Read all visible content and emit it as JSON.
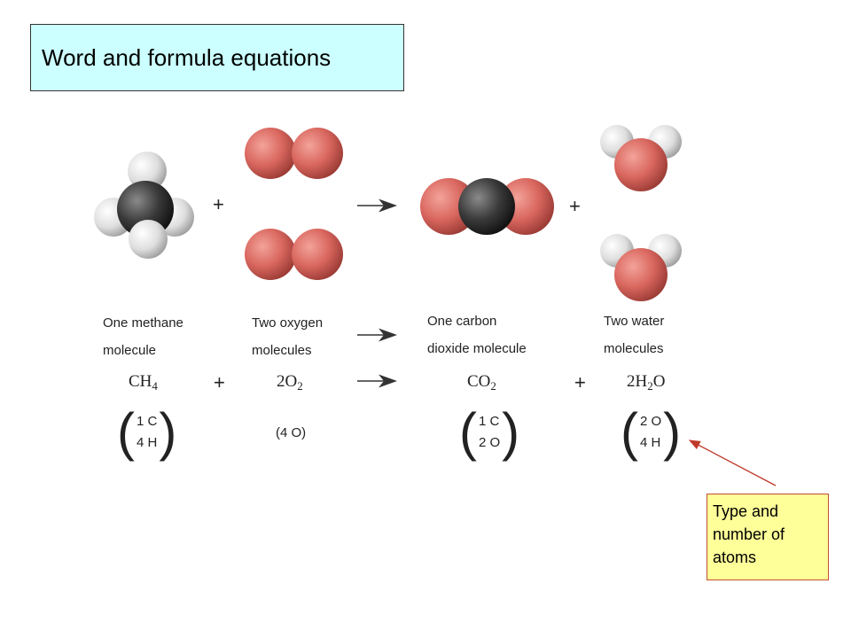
{
  "title": "Word and formula equations",
  "operators": {
    "plus": "+",
    "arrow": "→"
  },
  "reactants": [
    {
      "word_line1": "One methane",
      "word_line2": "molecule",
      "formula_main": "CH",
      "formula_sub": "4",
      "formula_tail": "",
      "coef": "",
      "counts": [
        "1 C",
        "4 H"
      ]
    },
    {
      "word_line1": "Two oxygen",
      "word_line2": "molecules",
      "coef": "2",
      "formula_main": "O",
      "formula_sub": "2",
      "formula_tail": "",
      "count_single": "(4 O)"
    }
  ],
  "products": [
    {
      "word_line1": "One carbon",
      "word_line2": "dioxide molecule",
      "coef": "",
      "formula_main": "CO",
      "formula_sub": "2",
      "formula_tail": "",
      "counts": [
        "1 C",
        "2 O"
      ]
    },
    {
      "word_line1": "Two water",
      "word_line2": "molecules",
      "coef": "2",
      "formula_main": "H",
      "formula_sub": "2",
      "formula_tail": "O",
      "counts": [
        "2 O",
        "4 H"
      ]
    }
  ],
  "annotation": {
    "lines": [
      "Type and",
      "number of",
      "atoms"
    ],
    "arrow_color": "#c0392b"
  },
  "colors": {
    "oxygen": "#d9675f",
    "carbon": "#3a3a3a",
    "hydrogen": "#e8e8e8",
    "title_bg": "#ccffff",
    "note_bg": "#ffff99"
  }
}
